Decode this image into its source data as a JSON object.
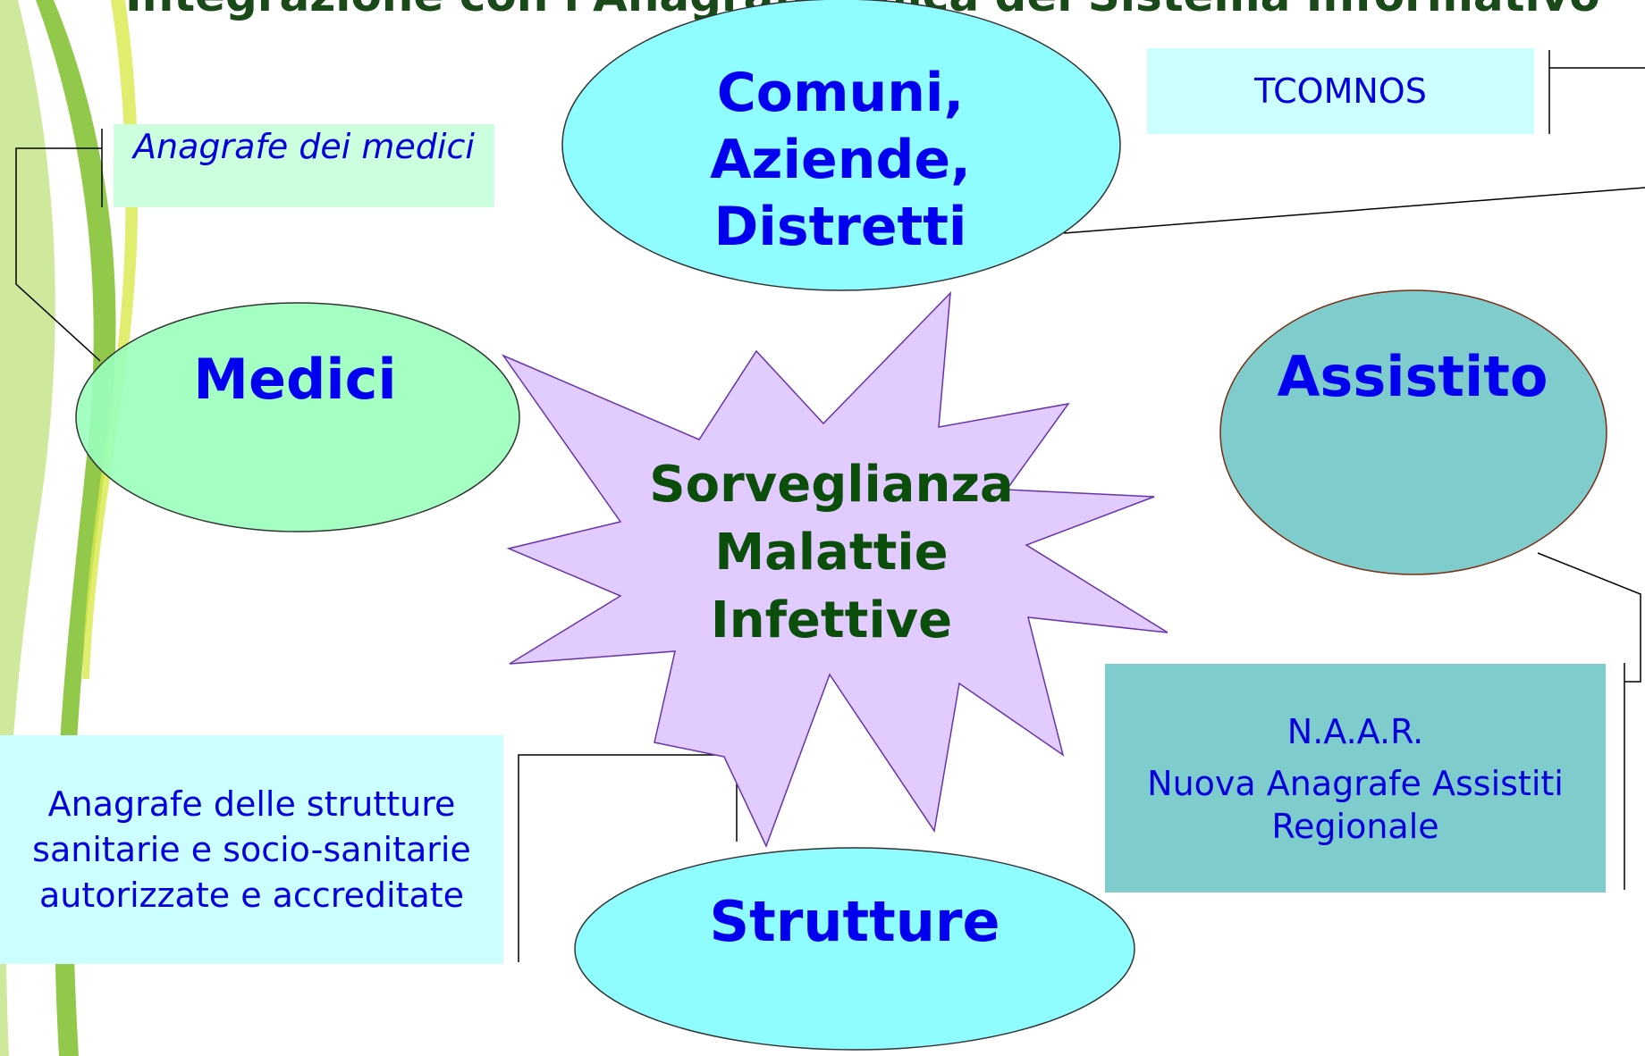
{
  "header": {
    "title": "Integrazione con l'Anagrafe Unica del Sistema Informativo"
  },
  "center": {
    "lines": [
      "Sorveglianza",
      "Malattie",
      "Infettive"
    ]
  },
  "nodes": {
    "comuni": [
      "Comuni,",
      "Aziende,",
      "Distretti"
    ],
    "medici": "Medici",
    "assistito": "Assistito",
    "strutture": "Strutture"
  },
  "boxes": {
    "tcomnos": "TCOMNOS",
    "anagrafe_medici": "Anagrafe dei medici",
    "anagrafe_strutture": [
      "Anagrafe delle strutture",
      "sanitarie e socio-sanitarie",
      "autorizzate e accreditate"
    ],
    "naar": [
      "N.A.A.R.",
      "Nuova Anagrafe Assistiti",
      "Regionale"
    ]
  },
  "colors": {
    "cyan_node": "#8ffcff",
    "green_node": "#99ffbb",
    "teal_node": "#7fcccc",
    "star_fill": "#e2ccff",
    "star_stroke": "#6633aa",
    "center_text": "#0b4d0b",
    "node_text": "#0000ee",
    "box_text": "#0000dd",
    "light_cyan_box": "#ccffff",
    "light_green_box": "#ccffdd",
    "teal_box": "#7fcccc",
    "title_text": "#1a4a1a"
  }
}
